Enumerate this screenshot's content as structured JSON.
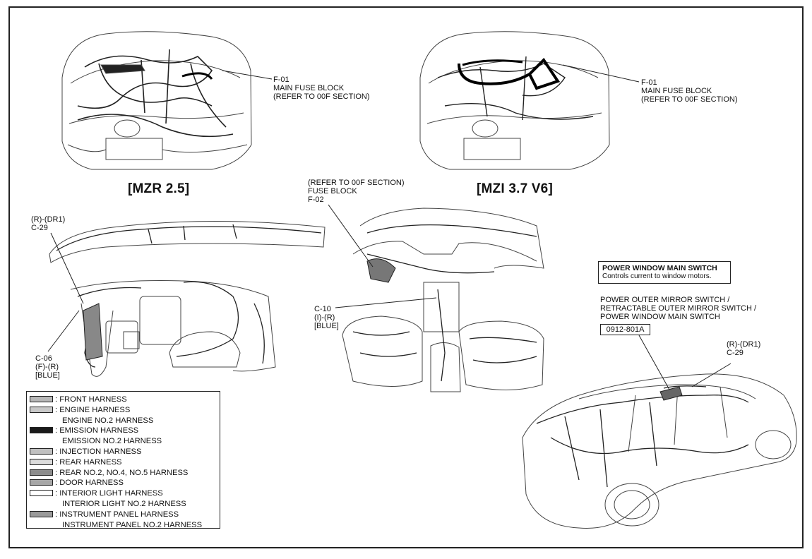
{
  "models": {
    "left": "[MZR 2.5]",
    "right": "[MZI 3.7 V6]"
  },
  "callouts": {
    "f01_left": [
      "F-01",
      "MAIN FUSE BLOCK",
      "(REFER TO 00F SECTION)"
    ],
    "f01_right": [
      "F-01",
      "MAIN FUSE BLOCK",
      "(REFER TO 00F SECTION)"
    ],
    "f02": [
      "(REFER TO 00F SECTION)",
      "FUSE BLOCK",
      "F-02"
    ],
    "c29_left": [
      "(R)-(DR1)",
      "C-29"
    ],
    "c06": [
      "C-06",
      "(F)-(R)",
      "[BLUE]"
    ],
    "c10": [
      "C-10",
      "(I)-(R)",
      "[BLUE]"
    ],
    "c29_right": [
      "(R)-(DR1)",
      "C-29"
    ],
    "mirror_switch": [
      "POWER OUTER MIRROR SWITCH /",
      "RETRACTABLE OUTER MIRROR SWITCH /",
      "POWER WINDOW MAIN SWITCH"
    ],
    "part_number": "0912-801A"
  },
  "info_box": {
    "title": "POWER WINDOW MAIN SWITCH",
    "description": "Controls current to window motors."
  },
  "legend": [
    {
      "name": "front",
      "label": ": FRONT HARNESS",
      "sub": [],
      "color": "#b8b8b8"
    },
    {
      "name": "engine",
      "label": ": ENGINE HARNESS",
      "sub": [
        "ENGINE NO.2 HARNESS"
      ],
      "color": "#c8c8c8"
    },
    {
      "name": "emission",
      "label": ": EMISSION HARNESS",
      "sub": [
        "EMISSION NO.2 HARNESS"
      ],
      "color": "#1a1a1a"
    },
    {
      "name": "injection",
      "label": ": INJECTION HARNESS",
      "sub": [],
      "color": "#c0c0c0"
    },
    {
      "name": "rear",
      "label": ": REAR HARNESS",
      "sub": [],
      "color": "#dcdcdc"
    },
    {
      "name": "rear-2",
      "label": ": REAR NO.2, NO.4, NO.5 HARNESS",
      "sub": [],
      "color": "#8c8c8c"
    },
    {
      "name": "door",
      "label": ": DOOR HARNESS",
      "sub": [],
      "color": "#a6a6a6"
    },
    {
      "name": "interior-light",
      "label": ": INTERIOR LIGHT HARNESS",
      "sub": [
        "INTERIOR LIGHT NO.2 HARNESS"
      ],
      "color": "#ffffff"
    },
    {
      "name": "instrument-panel",
      "label": ": INSTRUMENT PANEL HARNESS",
      "sub": [
        "INSTRUMENT PANEL NO.2 HARNESS"
      ],
      "color": "#9a9a9a"
    }
  ]
}
